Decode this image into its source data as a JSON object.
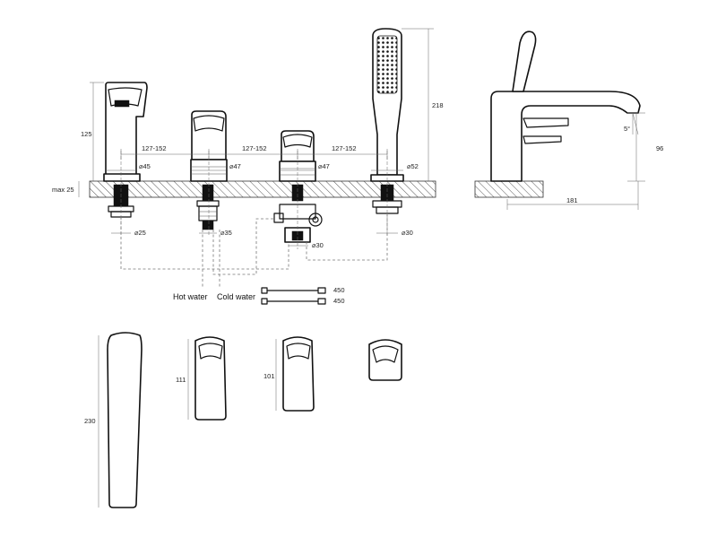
{
  "dimensions": {
    "spout_height": "125",
    "spacing_1": "127-152",
    "spacing_2": "127-152",
    "spacing_3": "127-152",
    "dia_spout_top": "⌀45",
    "dia_handle1_top": "⌀47",
    "dia_handle2_top": "⌀47",
    "dia_shower_top": "⌀52",
    "max_deck": "max 25",
    "dia_spout_bottom": "⌀25",
    "dia_handle1_bottom": "⌀35",
    "dia_diverter_bottom": "⌀30",
    "dia_shower_bottom": "⌀30",
    "shower_height": "218",
    "side_angle": "5°",
    "side_height": "96",
    "side_reach": "181",
    "hose_1": "450",
    "hose_2": "450",
    "spout_front_height": "230",
    "handle1_front_height": "111",
    "handle2_front_height": "101"
  },
  "labels": {
    "hot_water": "Hot water",
    "cold_water": "Cold water"
  }
}
